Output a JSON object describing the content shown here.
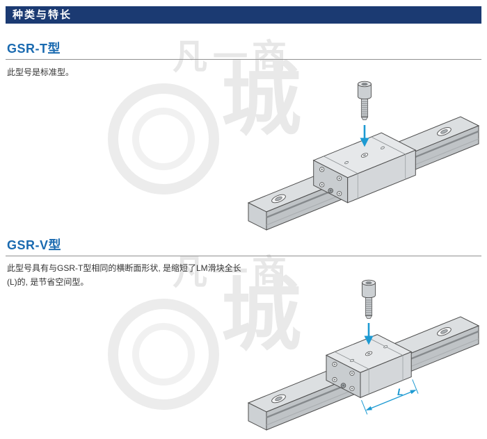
{
  "header": {
    "title": "种类与特长"
  },
  "sections": [
    {
      "heading": "GSR-T型",
      "body": "此型号是标准型。"
    },
    {
      "heading": "GSR-V型",
      "body": "此型号具有与GSR-T型相同的横断面形状, 是缩短了LM滑块全长(L)的, 是节省空间型。"
    }
  ],
  "figures": {
    "gsr_v": {
      "dimension_label": "L"
    }
  },
  "watermark": {
    "chars": [
      "凡",
      "一",
      "商"
    ],
    "big_char": "城"
  },
  "colors": {
    "header_bg": "#1b3a72",
    "heading_blue": "#1a6ab0",
    "accent_blue": "#1d9ad2",
    "rule_gray": "#909090"
  }
}
